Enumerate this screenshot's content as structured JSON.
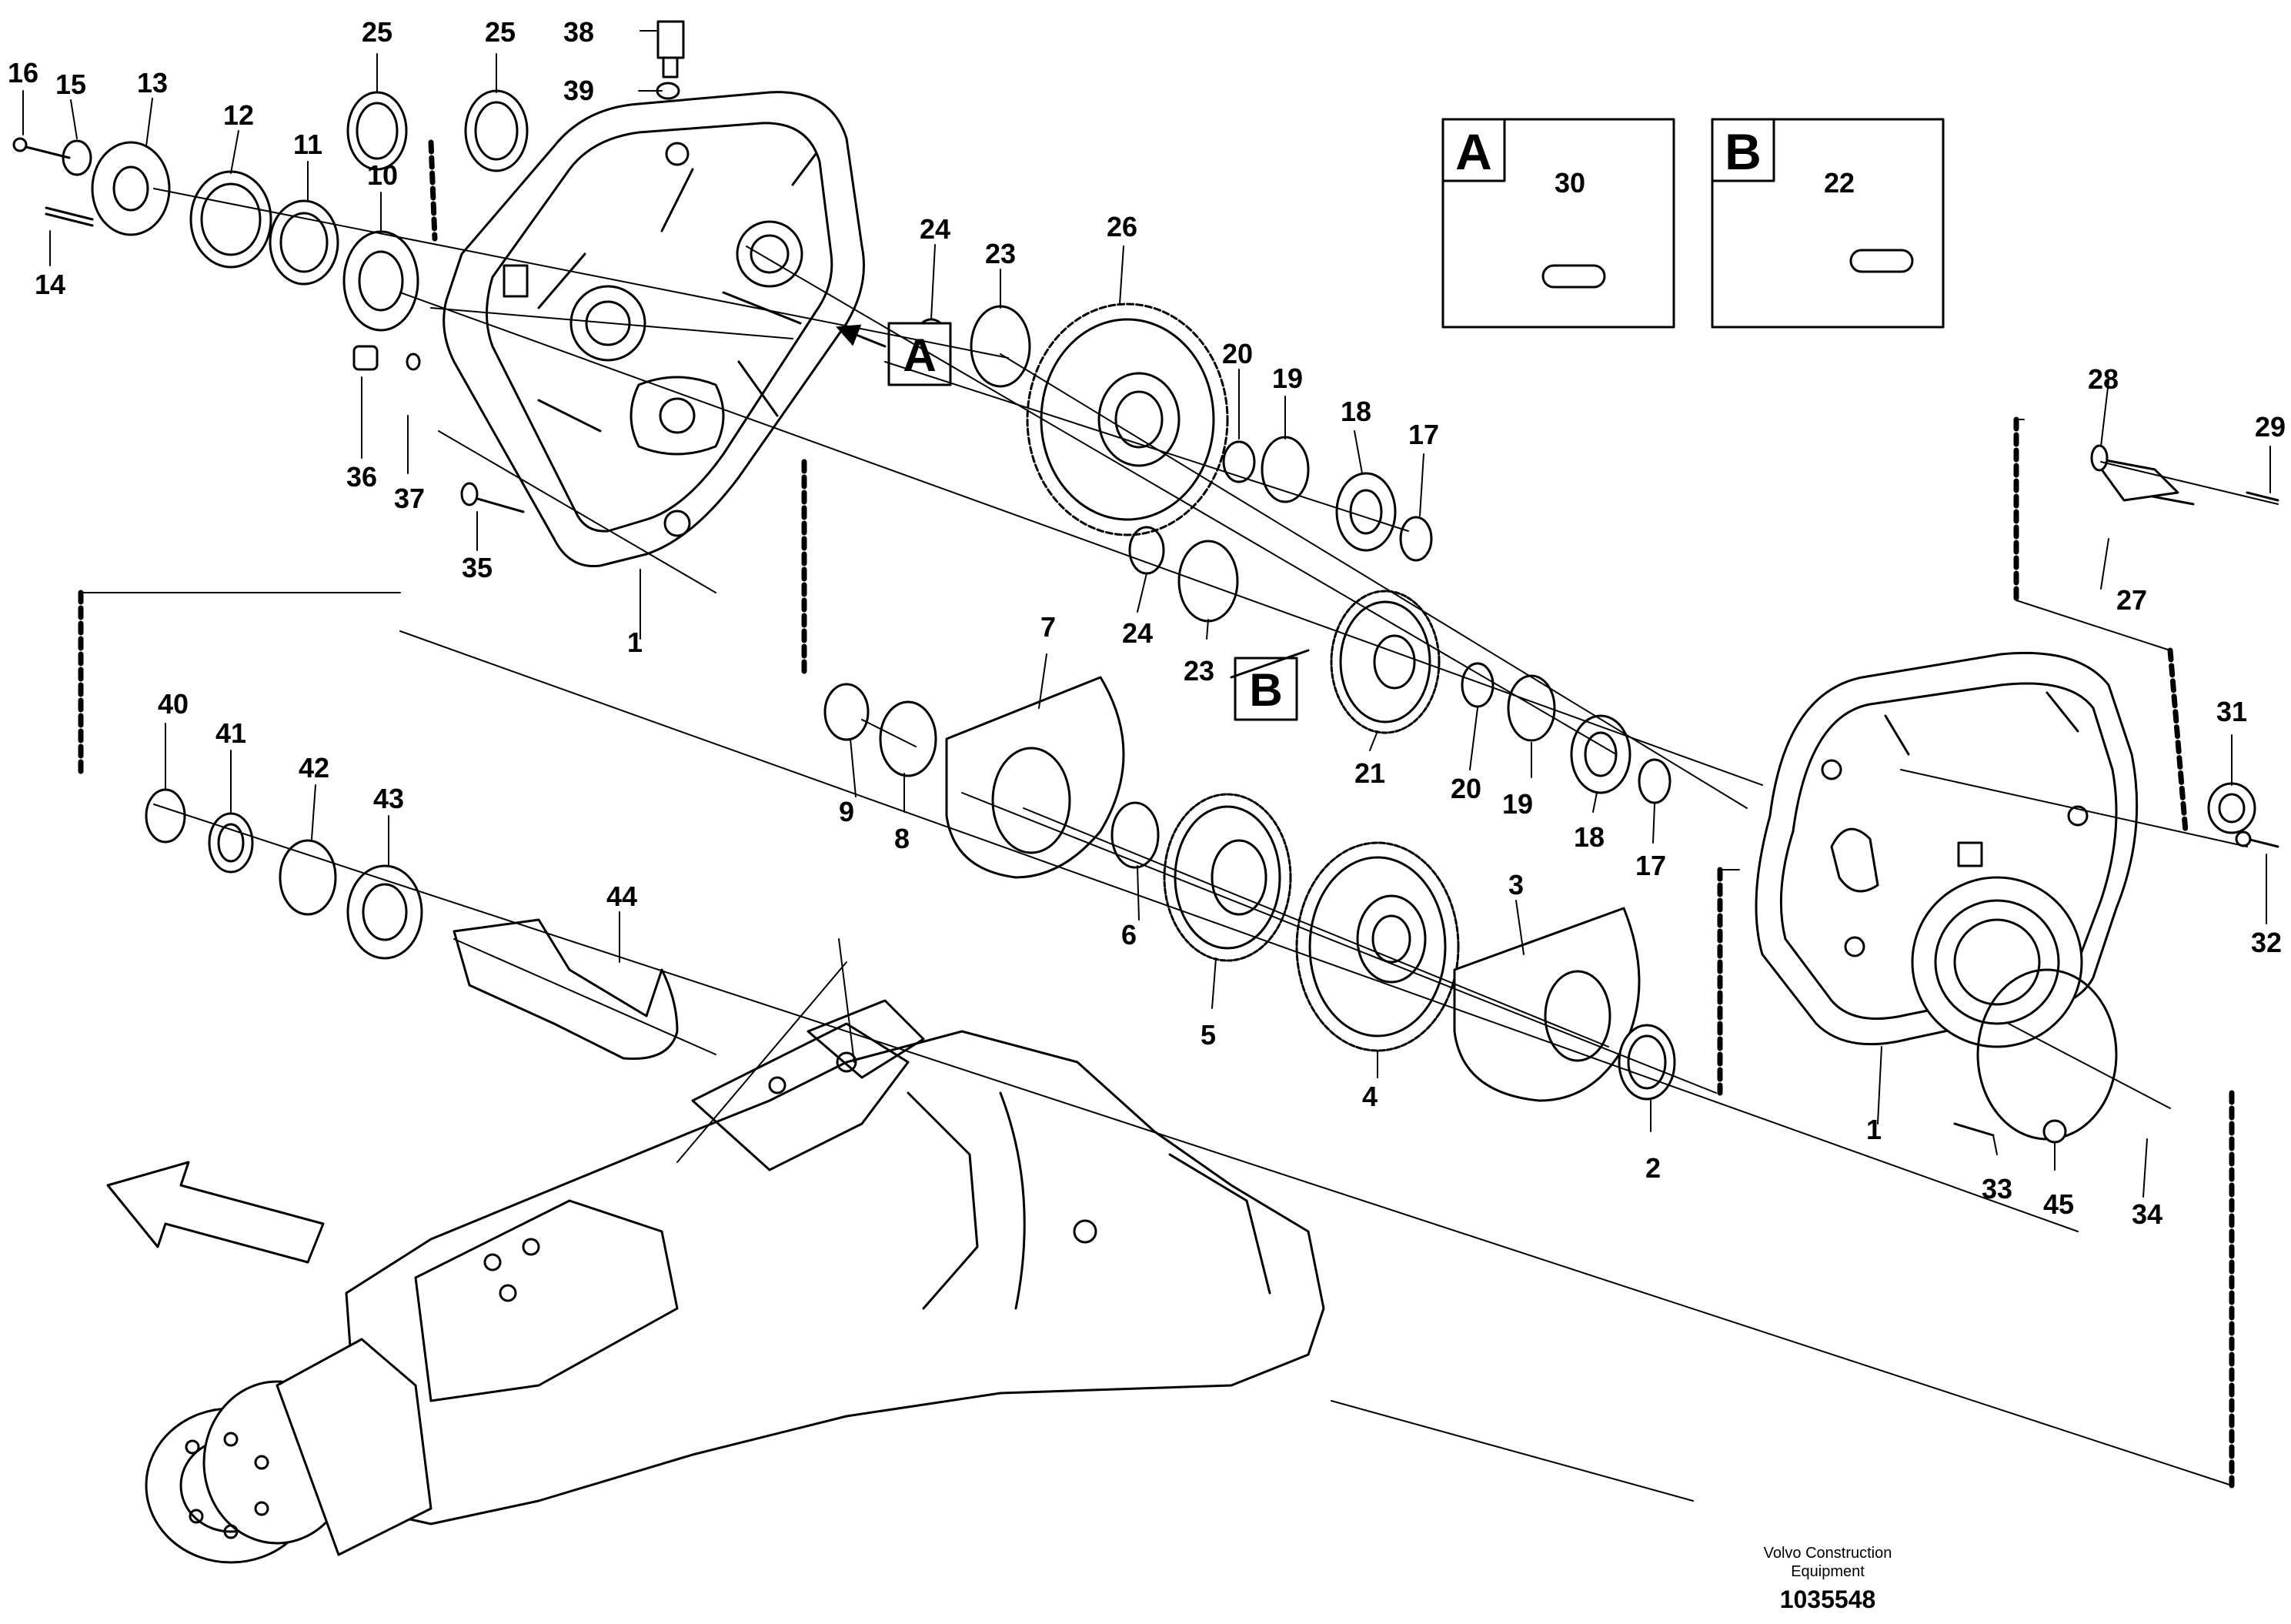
{
  "detail_boxes": [
    {
      "letter": "A",
      "part_number": "30"
    },
    {
      "letter": "B",
      "part_number": "22"
    }
  ],
  "detail_markers": [
    "A",
    "B"
  ],
  "callouts": [
    "16",
    "15",
    "13",
    "12",
    "11",
    "10",
    "25",
    "25",
    "38",
    "39",
    "14",
    "36",
    "37",
    "35",
    "1",
    "24",
    "23",
    "26",
    "20",
    "19",
    "18",
    "17",
    "24",
    "23",
    "21",
    "20",
    "19",
    "18",
    "17",
    "28",
    "29",
    "27",
    "31",
    "32",
    "7",
    "9",
    "8",
    "6",
    "5",
    "4",
    "3",
    "2",
    "1",
    "33",
    "45",
    "34",
    "40",
    "41",
    "42",
    "43",
    "44"
  ],
  "footer": {
    "company_line1": "Volvo Construction",
    "company_line2": "Equipment",
    "drawing_id": "1035548"
  }
}
